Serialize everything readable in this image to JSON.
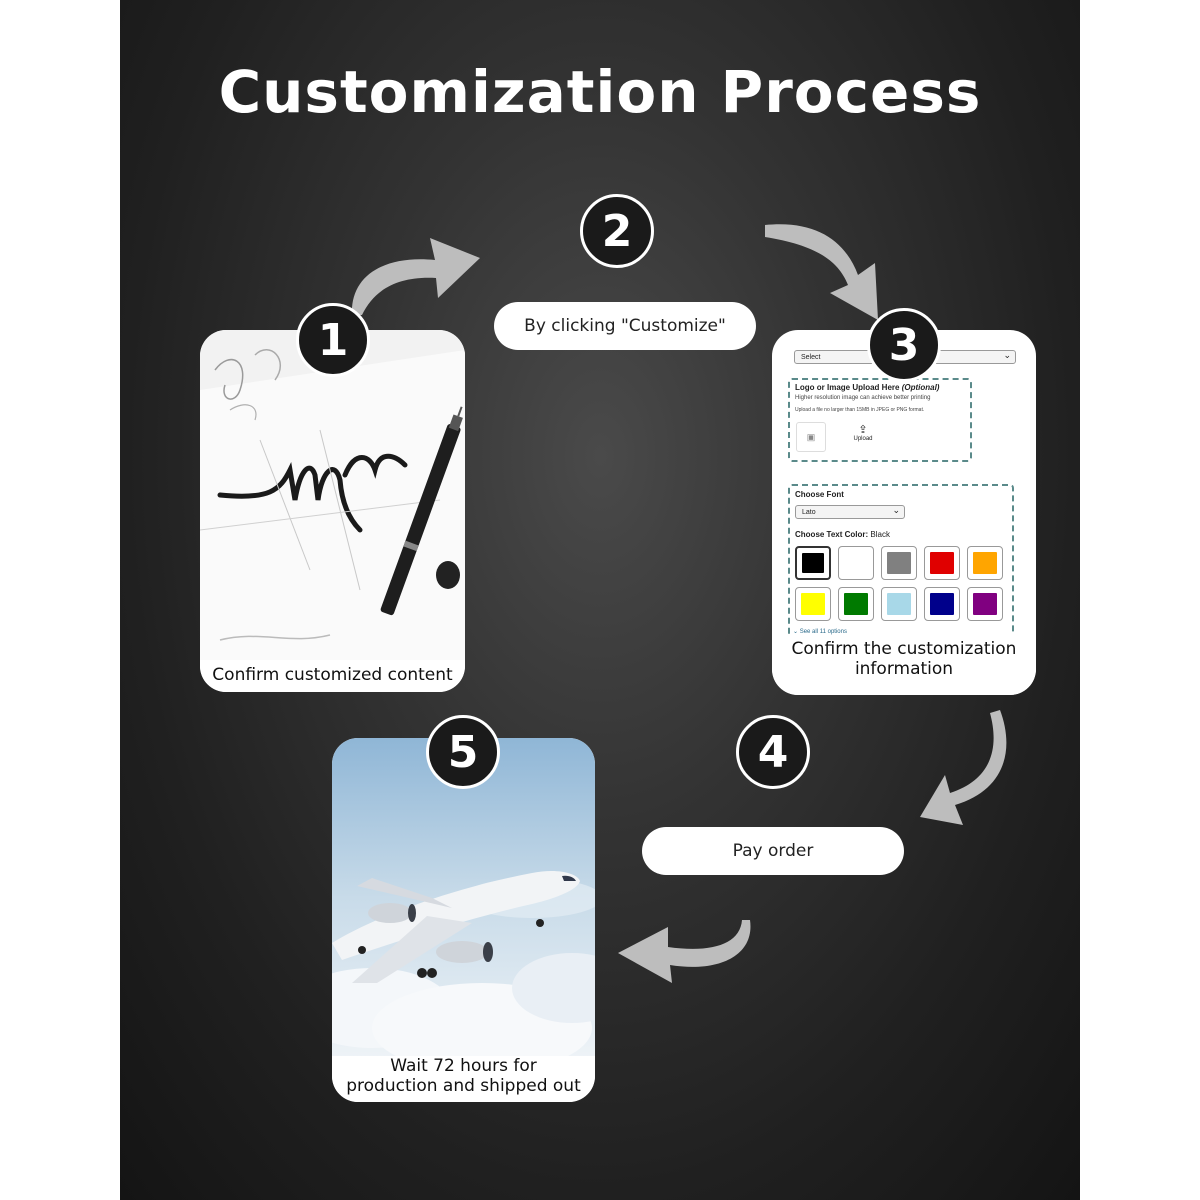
{
  "title": "Customization Process",
  "steps": [
    {
      "number": "1",
      "caption": "Confirm customized content"
    },
    {
      "number": "2",
      "caption": "By clicking \"Customize\""
    },
    {
      "number": "3",
      "caption_line1": "Confirm the customization",
      "caption_line2": "information"
    },
    {
      "number": "4",
      "caption": "Pay order"
    },
    {
      "number": "5",
      "caption_line1": "Wait 72 hours for",
      "caption_line2": "production and shipped out"
    }
  ],
  "form": {
    "select_value": "Select",
    "upload_title": "Logo or Image Upload Here",
    "upload_optional": "(Optional)",
    "upload_hint1": "Higher resolution image can achieve better printing",
    "upload_hint2": "Upload a file no larger than 15MB in JPEG or PNG format.",
    "upload_button": "Upload",
    "font_label": "Choose Font",
    "font_value": "Lato",
    "color_label": "Choose Text Color:",
    "color_value": "Black",
    "see_all": "See all 11 options",
    "swatches": [
      "#000000",
      "#ffffff",
      "#808080",
      "#e00000",
      "#ffa500",
      "#ffff00",
      "#007a00",
      "#a8d8e8",
      "#00008b",
      "#800080"
    ]
  },
  "colors": {
    "arrow": "#bdbdbd",
    "badge": "#1a1a1a",
    "background": "#2a2a2a"
  }
}
